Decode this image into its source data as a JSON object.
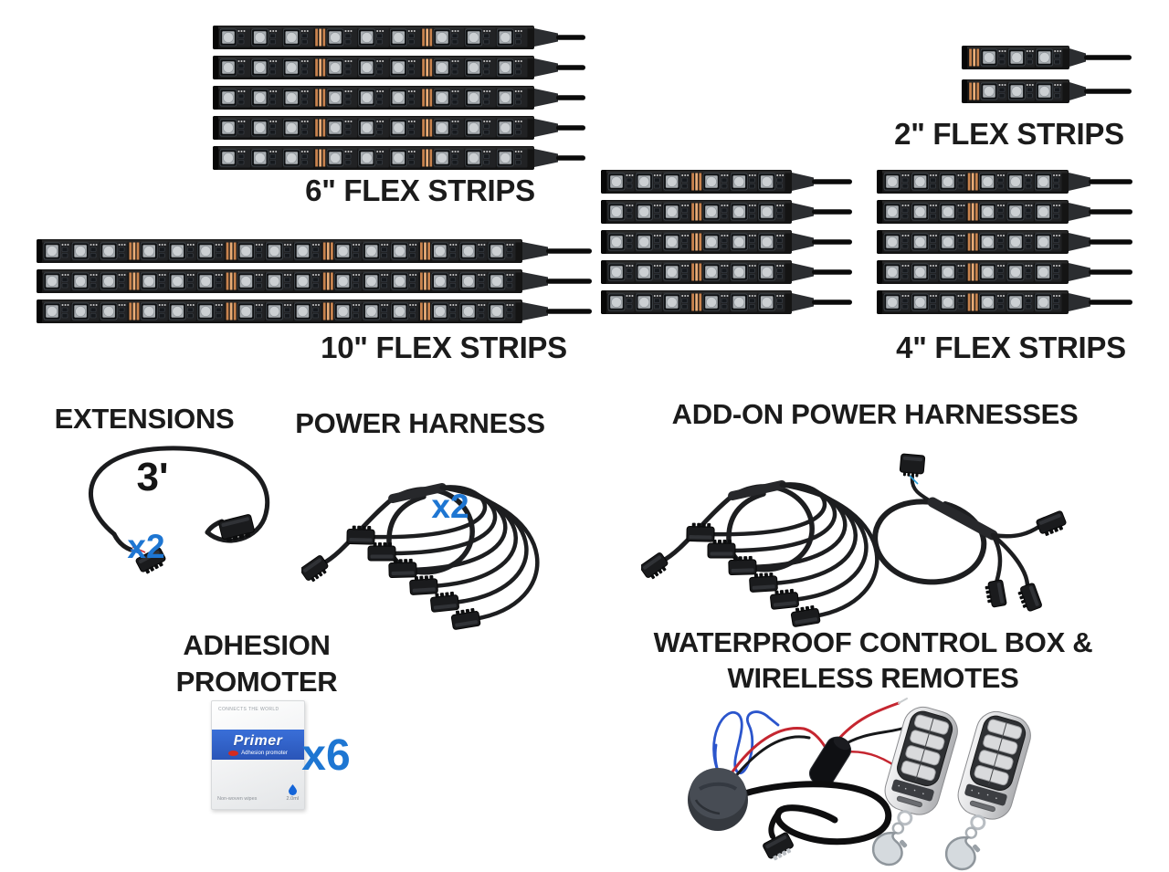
{
  "six_flex": {
    "label": "6\" FLEX STRIPS",
    "count": 5,
    "leds_per_strip": 9
  },
  "two_flex": {
    "label": "2\" FLEX STRIPS",
    "count": 2,
    "leds_per_strip": 3
  },
  "ten_flex": {
    "label": "10\" FLEX STRIPS",
    "count": 3,
    "leds_per_strip": 15
  },
  "four_flex": {
    "label": "4\" FLEX STRIPS",
    "count": 10,
    "columns": 2,
    "leds_per_strip": 6
  },
  "extensions": {
    "label": "EXTENSIONS",
    "length_label": "3'",
    "qty_label": "x2"
  },
  "power_harness": {
    "label": "POWER HARNESS",
    "qty_label": "x2"
  },
  "addon_harnesses": {
    "label": "ADD-ON POWER HARNESSES"
  },
  "adhesion_promoter": {
    "label_line1": "ADHESION",
    "label_line2": "PROMOTER",
    "qty_label": "x6",
    "packet": {
      "top_text": "CONNECTS THE WORLD",
      "brand": "Primer",
      "subtitle": "Adhesion promoter",
      "material": "Non-woven wipes",
      "volume": "2.0ml"
    }
  },
  "control_box": {
    "label_line1": "WATERPROOF CONTROL BOX &",
    "label_line2": "WIRELESS REMOTES"
  },
  "colors": {
    "accent_blue": "#1e76d2",
    "label_color": "#1b1b1b",
    "copper": "#c8834e",
    "strip_black": "#141414",
    "packet_blue": "#2f63c9"
  }
}
